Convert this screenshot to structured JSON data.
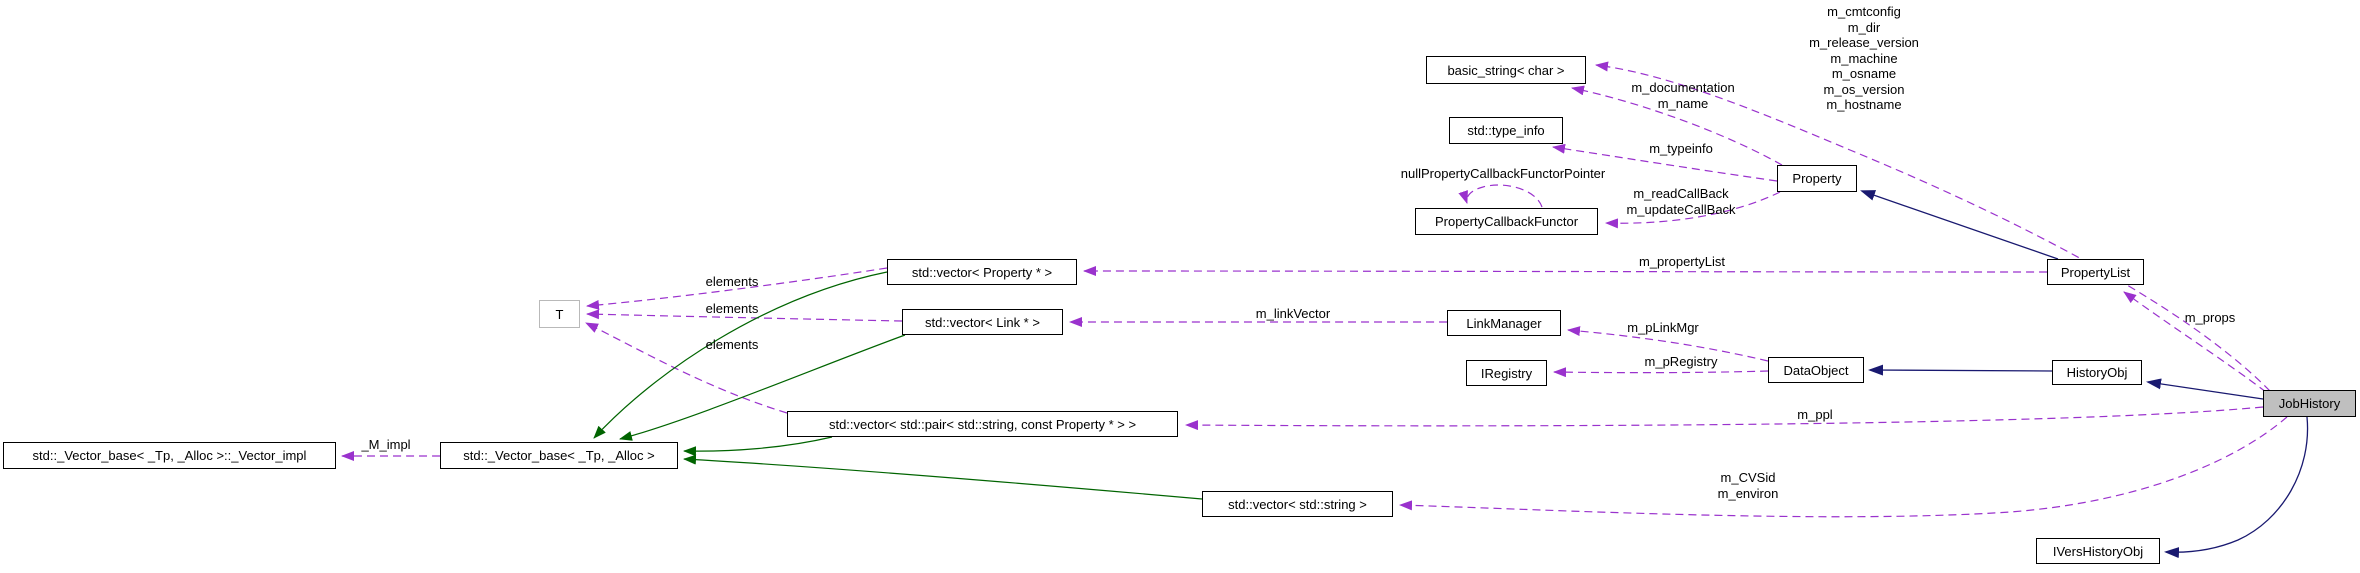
{
  "diagram": {
    "kind": "collaboration-graph",
    "focus_class": "JobHistory"
  },
  "colors": {
    "usage_edge": "#9a32cd",
    "public_inheritance_edge": "#191970",
    "protected_inheritance_edge": "#006400",
    "node_fill": "#ffffff",
    "node_border": "#000000",
    "focus_node_fill": "#bfbfbf",
    "template_param_border": "#b9b9b9"
  },
  "nodes": {
    "basic_string": "basic_string< char >",
    "type_info": "std::type_info",
    "property_callback_functor": "PropertyCallbackFunctor",
    "property": "Property",
    "property_list": "PropertyList",
    "vector_property": "std::vector< Property * >",
    "vector_link": "std::vector< Link * >",
    "link_manager": "LinkManager",
    "iregistry": "IRegistry",
    "data_object": "DataObject",
    "history_obj": "HistoryObj",
    "job_history": "JobHistory",
    "t_param": "T",
    "vector_pair": "std::vector< std::pair< std::string, const Property * > >",
    "vector_base_impl": "std::_Vector_base< _Tp, _Alloc >::_Vector_impl",
    "vector_base": "std::_Vector_base< _Tp, _Alloc >",
    "vector_string": "std::vector< std::string >",
    "ivers_history_obj": "IVersHistoryObj"
  },
  "edge_labels": {
    "jobhistory_basicstring": [
      "m_cmtconfig",
      "m_dir",
      "m_release_version",
      "m_machine",
      "m_osname",
      "m_os_version",
      "m_hostname"
    ],
    "property_basicstring": [
      "m_documentation",
      "m_name"
    ],
    "property_typeinfo": "m_typeinfo",
    "pcf_self_loop": "nullPropertyCallbackFunctorPointer",
    "property_pcf": [
      "m_readCallBack",
      "m_updateCallBack"
    ],
    "propertylist_vectorproperty": "m_propertyList",
    "jobhistory_propertylist": "m_props",
    "linkmanager_vectorlink": "m_linkVector",
    "dataobject_linkmanager": "m_pLinkMgr",
    "dataobject_iregistry": "m_pRegistry",
    "jobhistory_vectorpair": "m_ppl",
    "jobhistory_vectorstring": [
      "m_CVSid",
      "m_environ"
    ],
    "vectorbase_impl": "_M_impl",
    "elements": "elements"
  }
}
